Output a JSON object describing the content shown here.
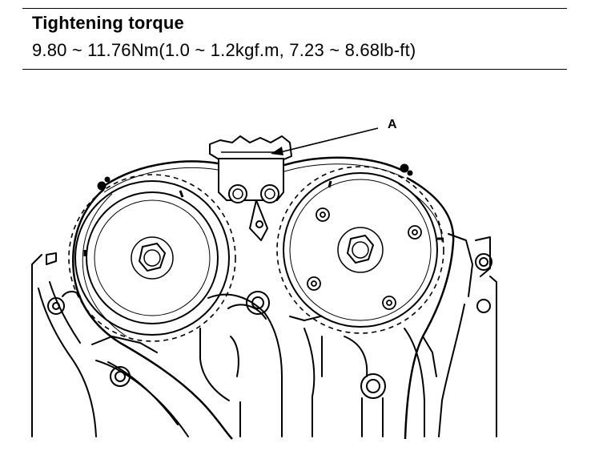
{
  "header": {
    "title": "Tightening torque",
    "spec": "9.80 ~ 11.76Nm(1.0 ~ 1.2kgf.m, 7.23 ~ 8.68lb-ft)"
  },
  "diagram": {
    "callout_label": "A"
  }
}
